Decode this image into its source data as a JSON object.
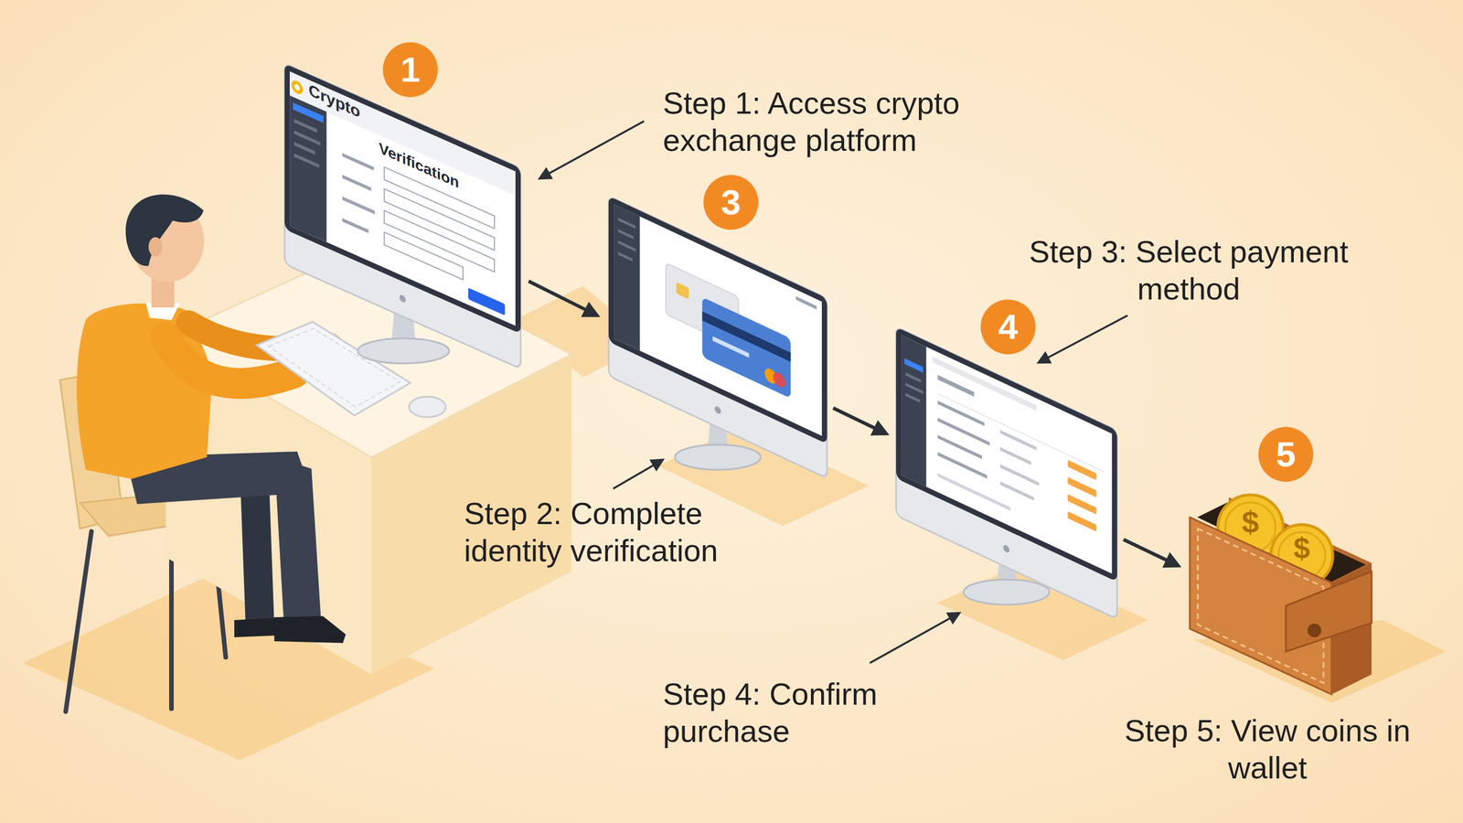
{
  "diagram": {
    "nodes": [
      {
        "text": [
          "1"
        ]
      },
      {
        "text": [
          "3"
        ]
      },
      {
        "text": [
          "4"
        ]
      },
      {
        "text": [
          "5"
        ]
      }
    ],
    "labels": [
      "Step 1: Access crypto exchange platform",
      "Step 2: Complete identity verification",
      "Step 3: Select payment method",
      "Step 4: Confirm purchase",
      "Step 5: View coins in wallet",
      "Crypto",
      "Verification",
      "$",
      "$"
    ]
  }
}
